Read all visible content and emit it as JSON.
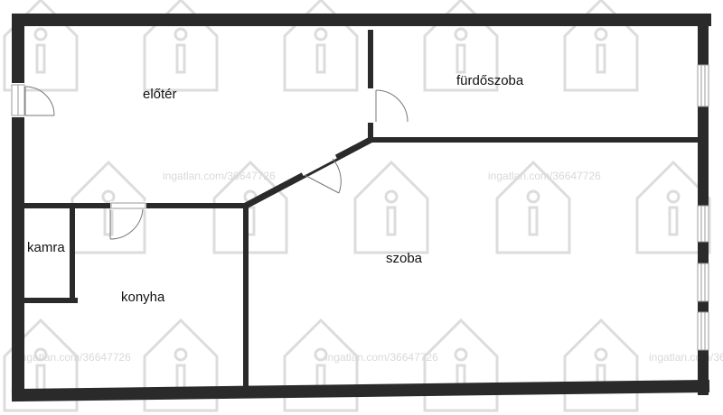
{
  "colors": {
    "wall": "#2a2a2a",
    "window_frame": "#9a9a9a",
    "window_fill": "#ffffff",
    "door_swing": "#777777",
    "watermark": "#d9d9d9",
    "background": "#ffffff"
  },
  "rooms": {
    "eloter": "előtér",
    "furdoszoba": "fürdőszoba",
    "szoba": "szoba",
    "kamra": "kamra",
    "konyha": "konyha"
  },
  "watermark": {
    "text": "ingatlan.com/36647726",
    "icon": "house-info-icon"
  }
}
